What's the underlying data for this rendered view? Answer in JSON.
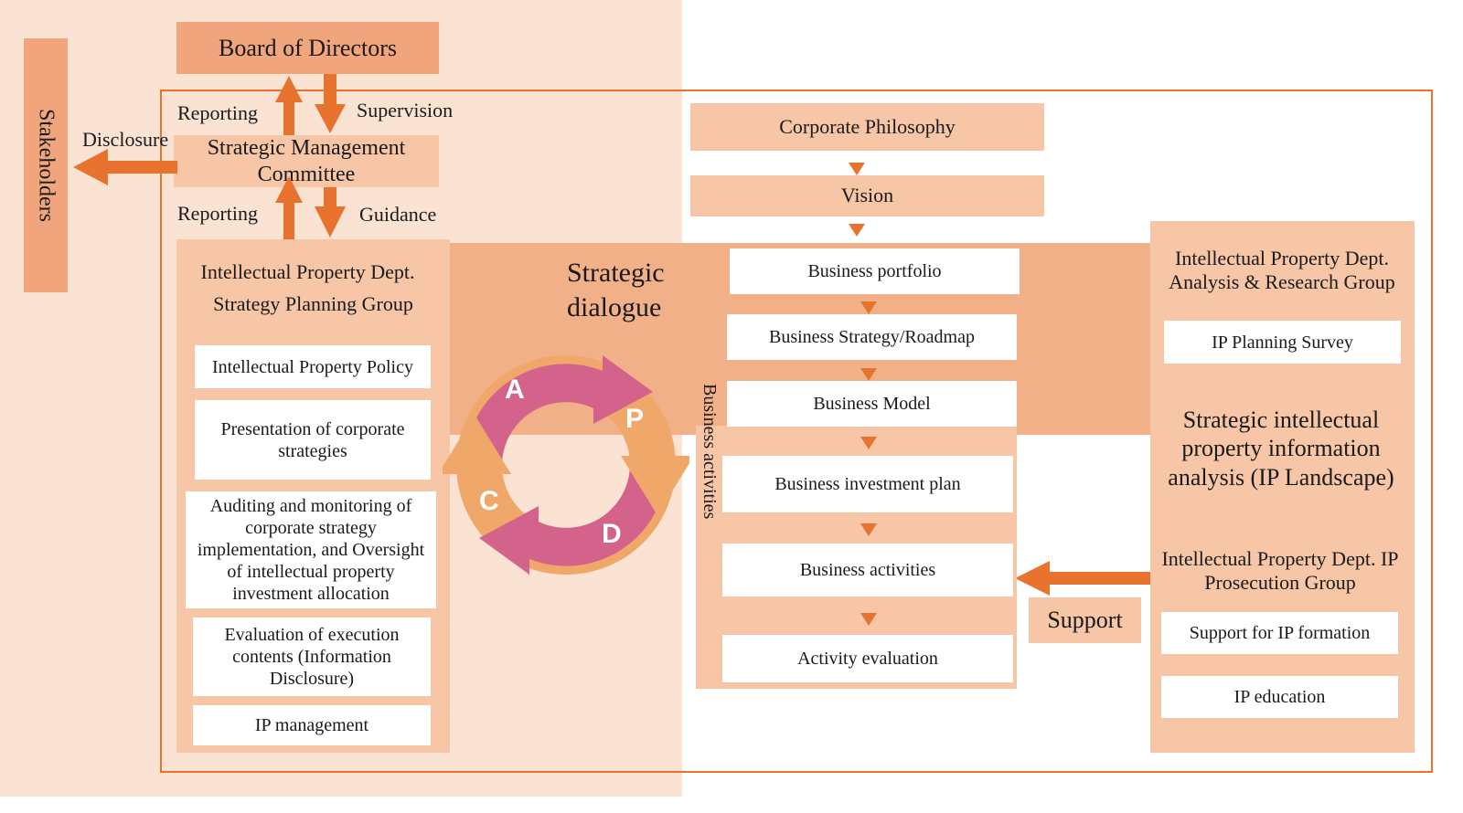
{
  "board": "Board of Directors",
  "stakeholders": "Stakeholders",
  "labels": {
    "reporting_top": "Reporting",
    "supervision": "Supervision",
    "disclosure": "Disclosure",
    "reporting_bottom": "Reporting",
    "guidance": "Guidance"
  },
  "committee": "Strategic Management Committee",
  "strategy_group": {
    "title_line1": "Intellectual Property Dept.",
    "title_line2": "Strategy Planning Group",
    "items": [
      "Intellectual Property Policy",
      "Presentation of corporate strategies",
      "Auditing and monitoring of corporate strategy implementation, and Oversight of intellectual property investment allocation",
      "Evaluation of execution contents (Information Disclosure)",
      "IP management"
    ]
  },
  "strategic_dialogue": "Strategic dialogue",
  "pdca": [
    "A",
    "P",
    "D",
    "C"
  ],
  "center": {
    "philosophy": "Corporate Philosophy",
    "vision": "Vision",
    "business_activities_label": "Business activities",
    "items": [
      "Business portfolio",
      "Business Strategy/Roadmap",
      "Business Model",
      "Business investment plan",
      "Business activities",
      "Activity evaluation"
    ]
  },
  "support": "Support",
  "right": {
    "analysis_title": "Intellectual Property Dept. Analysis & Research Group",
    "ip_planning_survey": "IP Planning Survey",
    "ip_landscape": "Strategic intellectual property information analysis (IP Landscape)",
    "prosecution_title": "Intellectual Property Dept. IP Prosecution Group",
    "support_formation": "Support for IP formation",
    "ip_education": "IP education"
  },
  "colors": {
    "bg_light": "#fbe3d4",
    "panel": "#f6c6a7",
    "band": "#f2b088",
    "header": "#f1a57c",
    "arrow": "#e8732e",
    "pdca_pink": "#d4638b",
    "pdca_orange": "#f0a86a"
  }
}
